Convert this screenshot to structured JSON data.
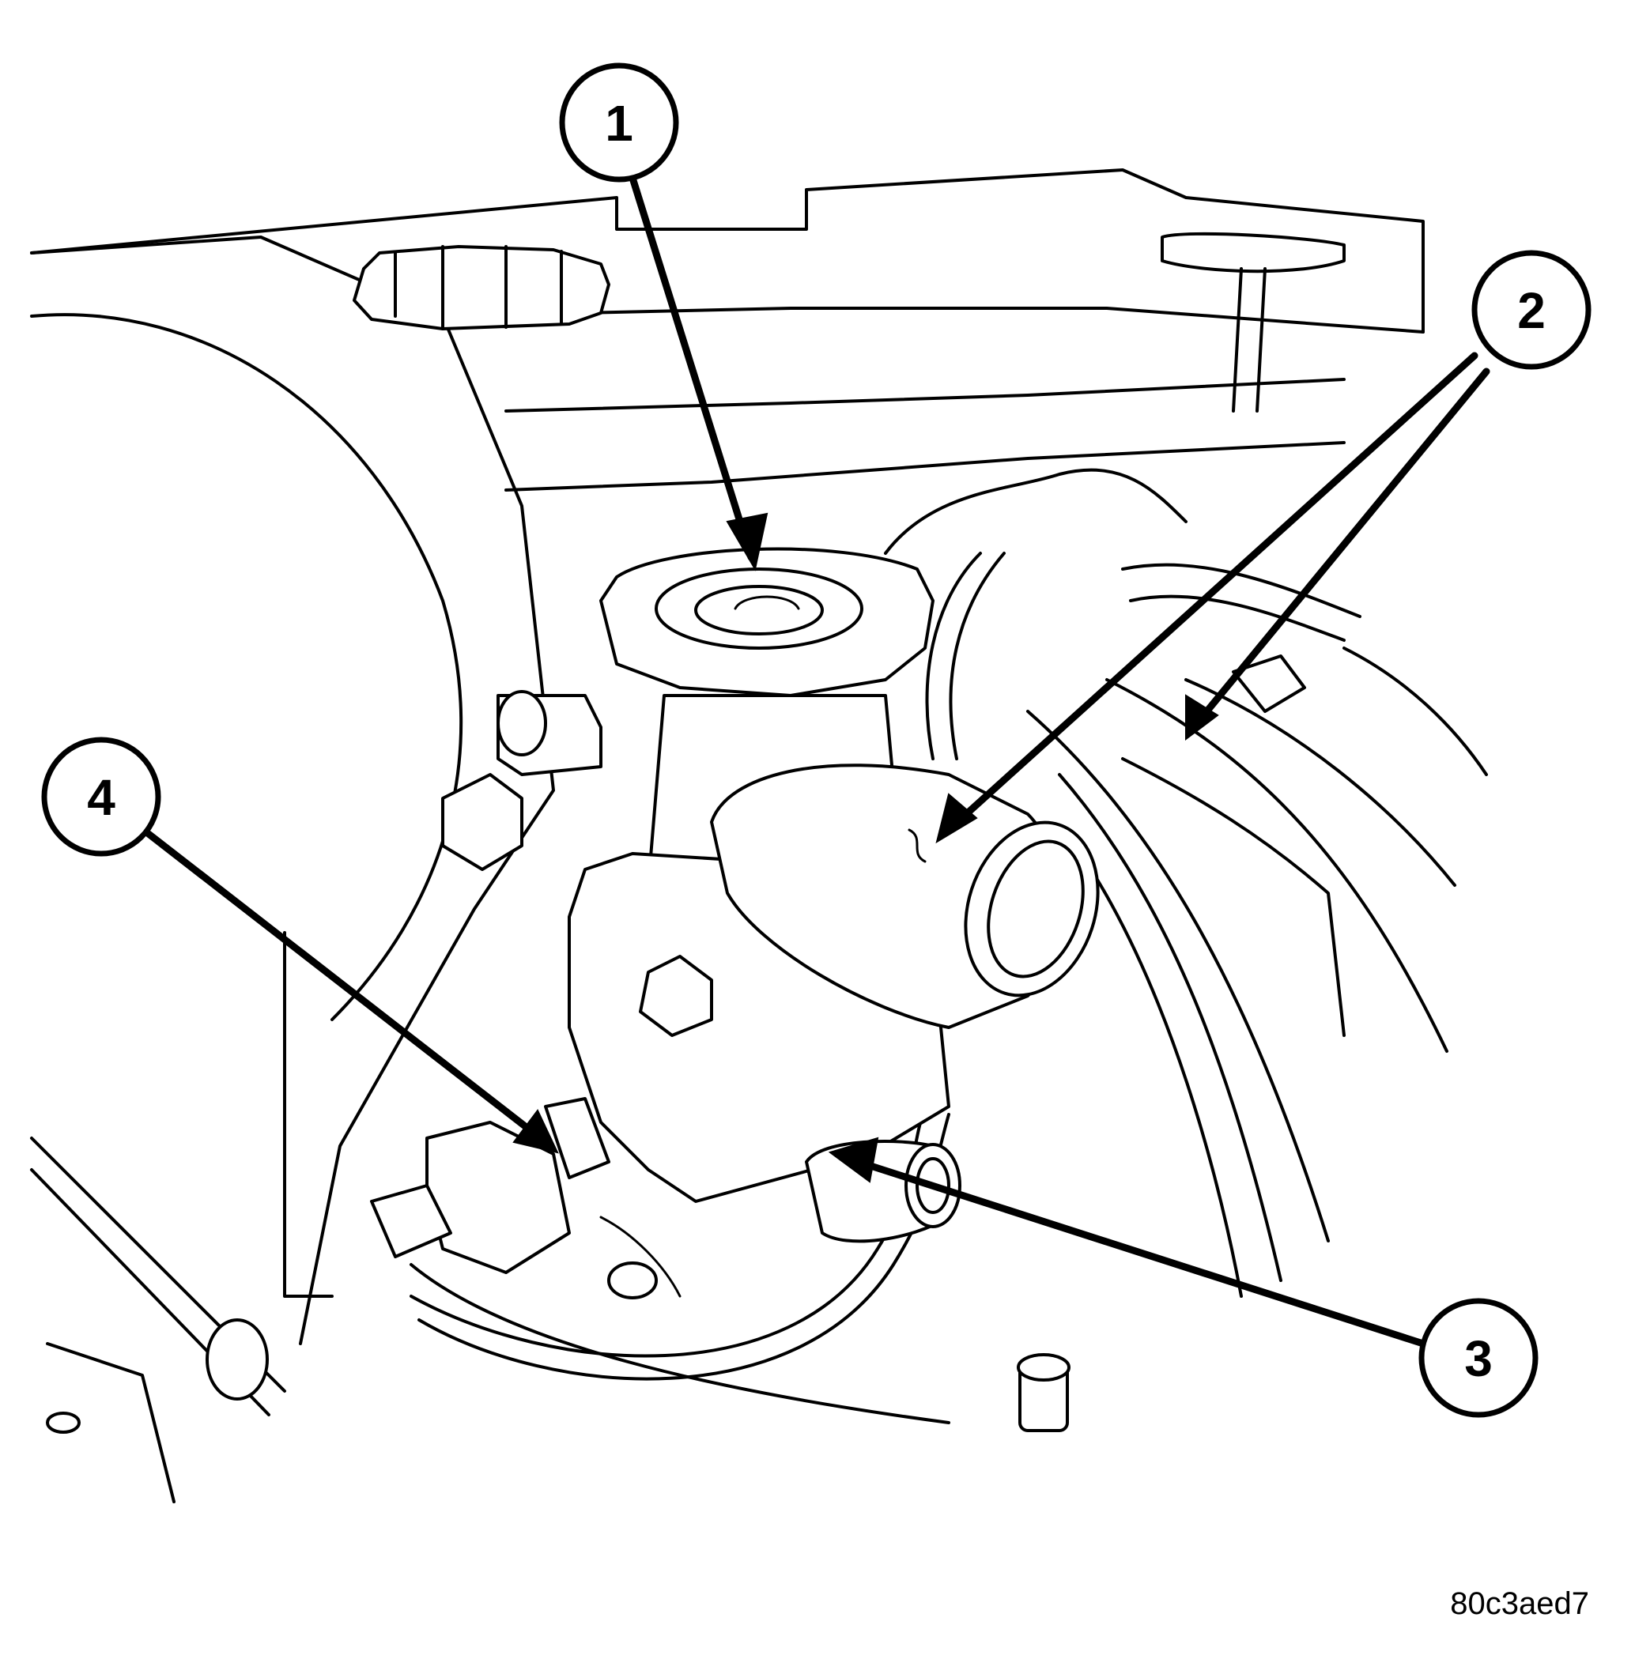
{
  "callouts": [
    {
      "id": "callout-1",
      "label": "1"
    },
    {
      "id": "callout-2",
      "label": "2"
    },
    {
      "id": "callout-3",
      "label": "3"
    },
    {
      "id": "callout-4",
      "label": "4"
    }
  ],
  "figure_code": "80c3aed7"
}
